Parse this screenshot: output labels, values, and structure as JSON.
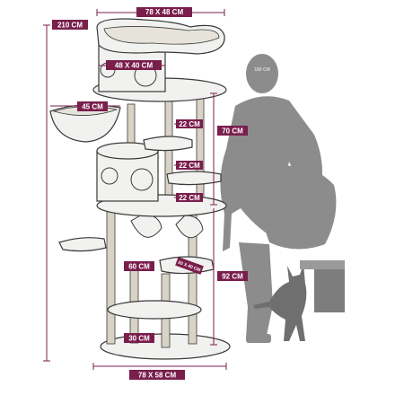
{
  "labels": {
    "top_size": "78 X 48 CM",
    "height_total": "210 CM",
    "house_size": "48 X 40 CM",
    "basket": "45 CM",
    "platform_22a": "22 CM",
    "platform_22b": "22 CM",
    "platform_22c": "22 CM",
    "height_70": "70 CM",
    "rest_60": "60 CM",
    "ramp_size": "20 X 40 CM",
    "height_92": "92 CM",
    "post_30": "30 CM",
    "base_size": "78 X 58 CM",
    "person_height": "180 CM"
  },
  "colors": {
    "dimension": "#7a1e4c",
    "outline": "#3a3a3a",
    "fill": "#f1f1ef",
    "post": "#d8d3c5",
    "silhouette": "#8c8c8c"
  }
}
